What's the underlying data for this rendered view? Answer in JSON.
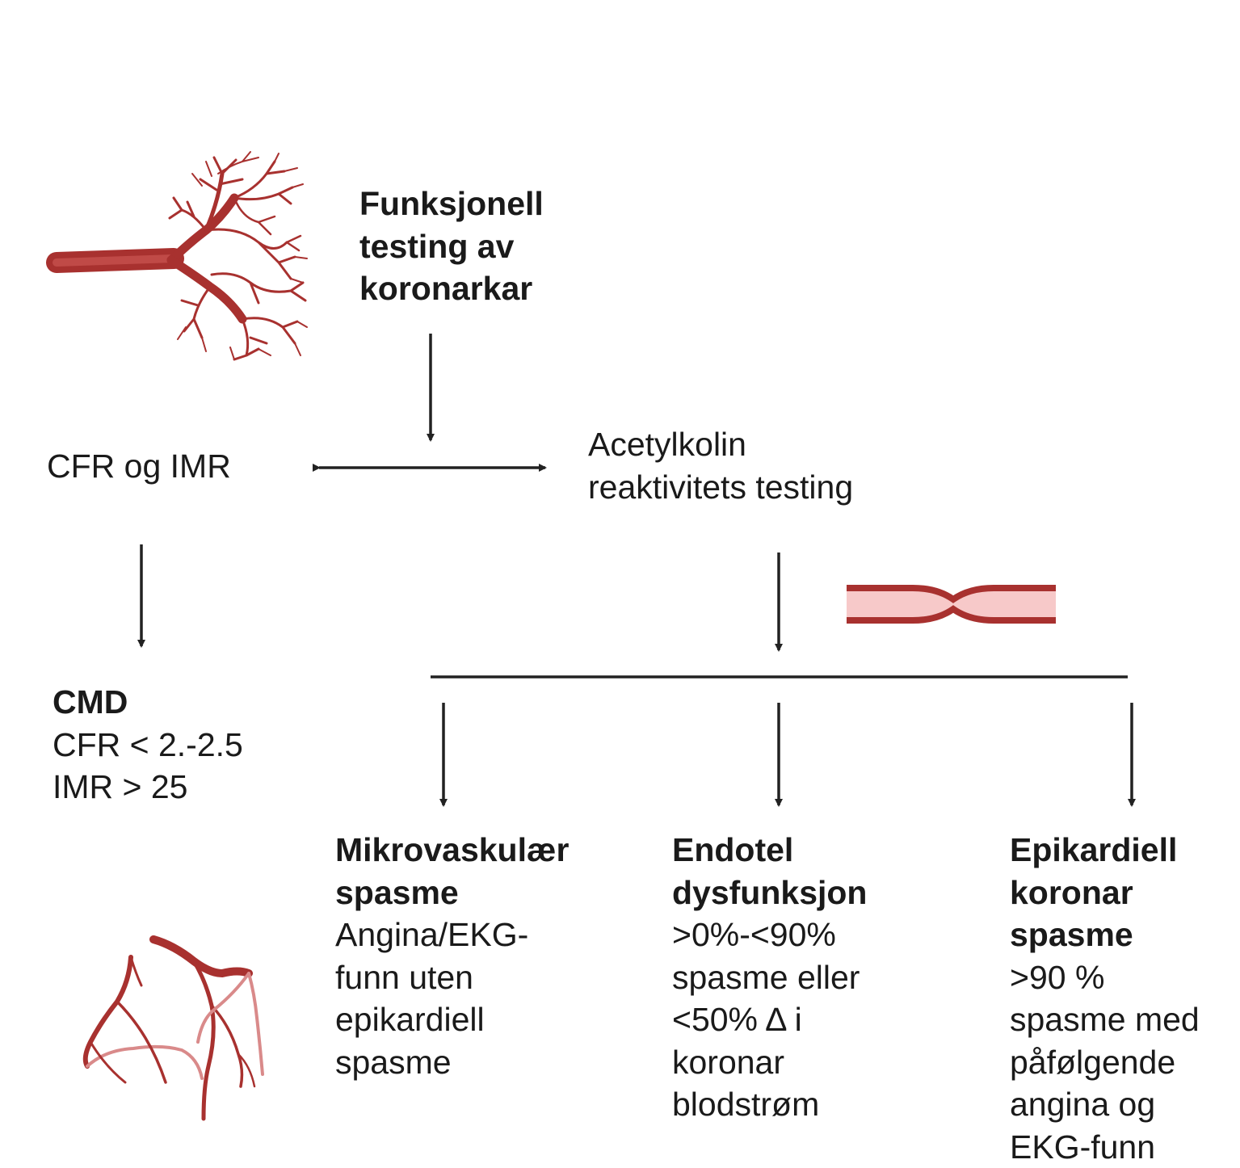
{
  "title": {
    "lines": [
      "Funksjonell",
      "testing av",
      "koronarkar"
    ]
  },
  "left_label": "CFR og IMR",
  "right_label": {
    "lines": [
      "Acetylkolin",
      "reaktivitets testing"
    ]
  },
  "cmd": {
    "heading": "CMD",
    "lines": [
      "CFR < 2.-2.5",
      "IMR > 25"
    ]
  },
  "outcomes": [
    {
      "heading": [
        "Mikrovaskulær",
        "spasme"
      ],
      "lines": [
        "Angina/EKG-",
        "funn uten",
        "epikardiell",
        "spasme"
      ]
    },
    {
      "heading": [
        "Endotel",
        "dysfunksjon"
      ],
      "lines": [
        ">0%-<90%",
        "spasme eller",
        "<50% Δ i",
        "koronar",
        "blodstrøm"
      ]
    },
    {
      "heading": [
        "Epikardiell",
        "koronar",
        "spasme"
      ],
      "lines": [
        ">90 %",
        "spasme med",
        "påfølgende",
        "angina og",
        "EKG-funn"
      ]
    }
  ],
  "colors": {
    "vessel": "#a8312f",
    "vessel_light": "#d98a8a",
    "lumen": "#f7c9c9",
    "arrow": "#222222"
  },
  "icons": [
    "vascular-tree-icon",
    "vessel-stenosis-icon",
    "coronary-arteries-icon"
  ]
}
